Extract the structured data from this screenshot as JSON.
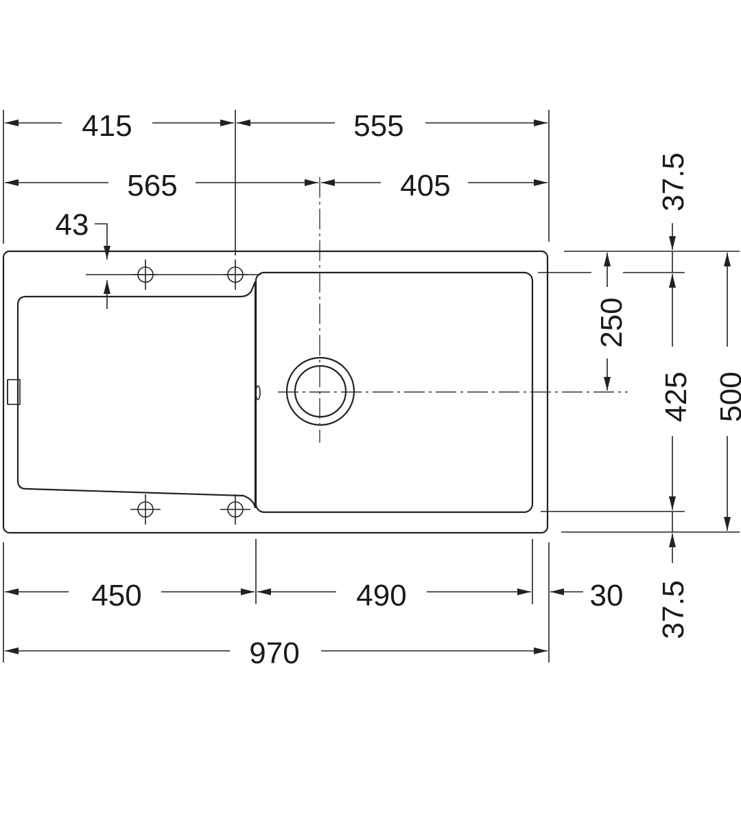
{
  "dimensions": {
    "top_row_1": [
      "415",
      "555"
    ],
    "top_row_2": [
      "565",
      "405"
    ],
    "drainer_offset": "43",
    "right_side": [
      "37.5",
      "250",
      "425",
      "500",
      "37.5"
    ],
    "bottom_row_1": [
      "450",
      "490",
      "30"
    ],
    "bottom_total": "970"
  },
  "colors": {
    "line": "#222222",
    "text": "#1a1a1a",
    "background": "#ffffff"
  }
}
